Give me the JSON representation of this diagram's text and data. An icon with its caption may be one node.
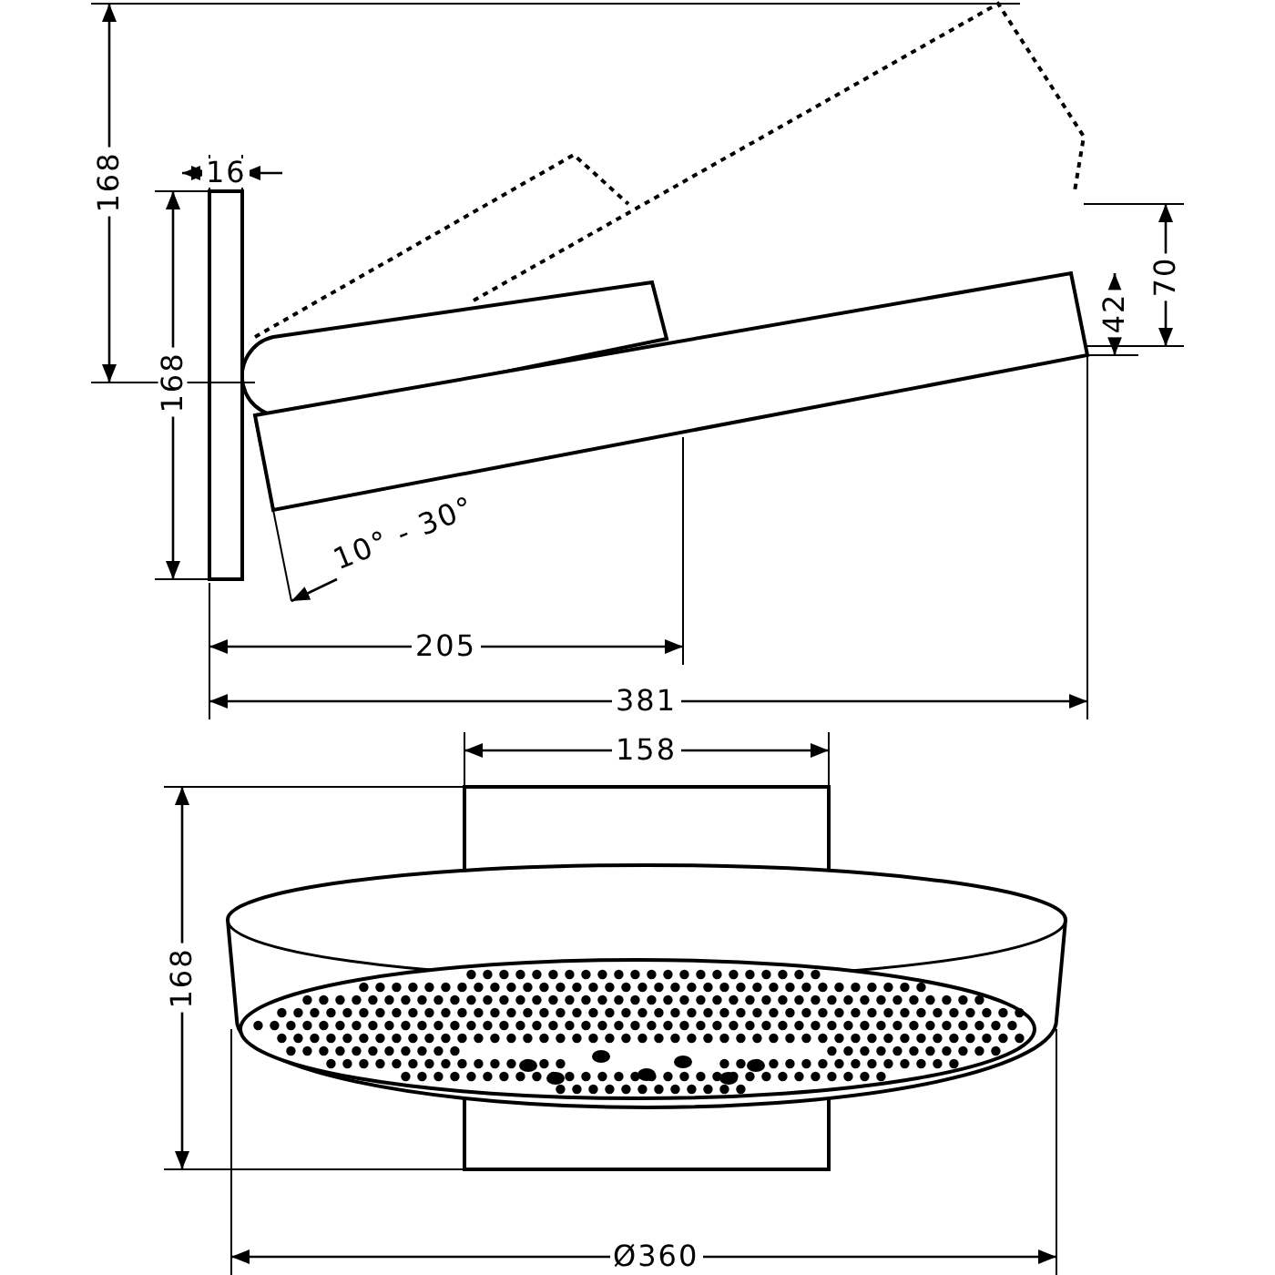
{
  "diagram": {
    "labels": [
      "168",
      "16",
      "168",
      "42",
      "70",
      "10° - 30°",
      "205",
      "381",
      "158",
      "168",
      "Ø360"
    ]
  }
}
